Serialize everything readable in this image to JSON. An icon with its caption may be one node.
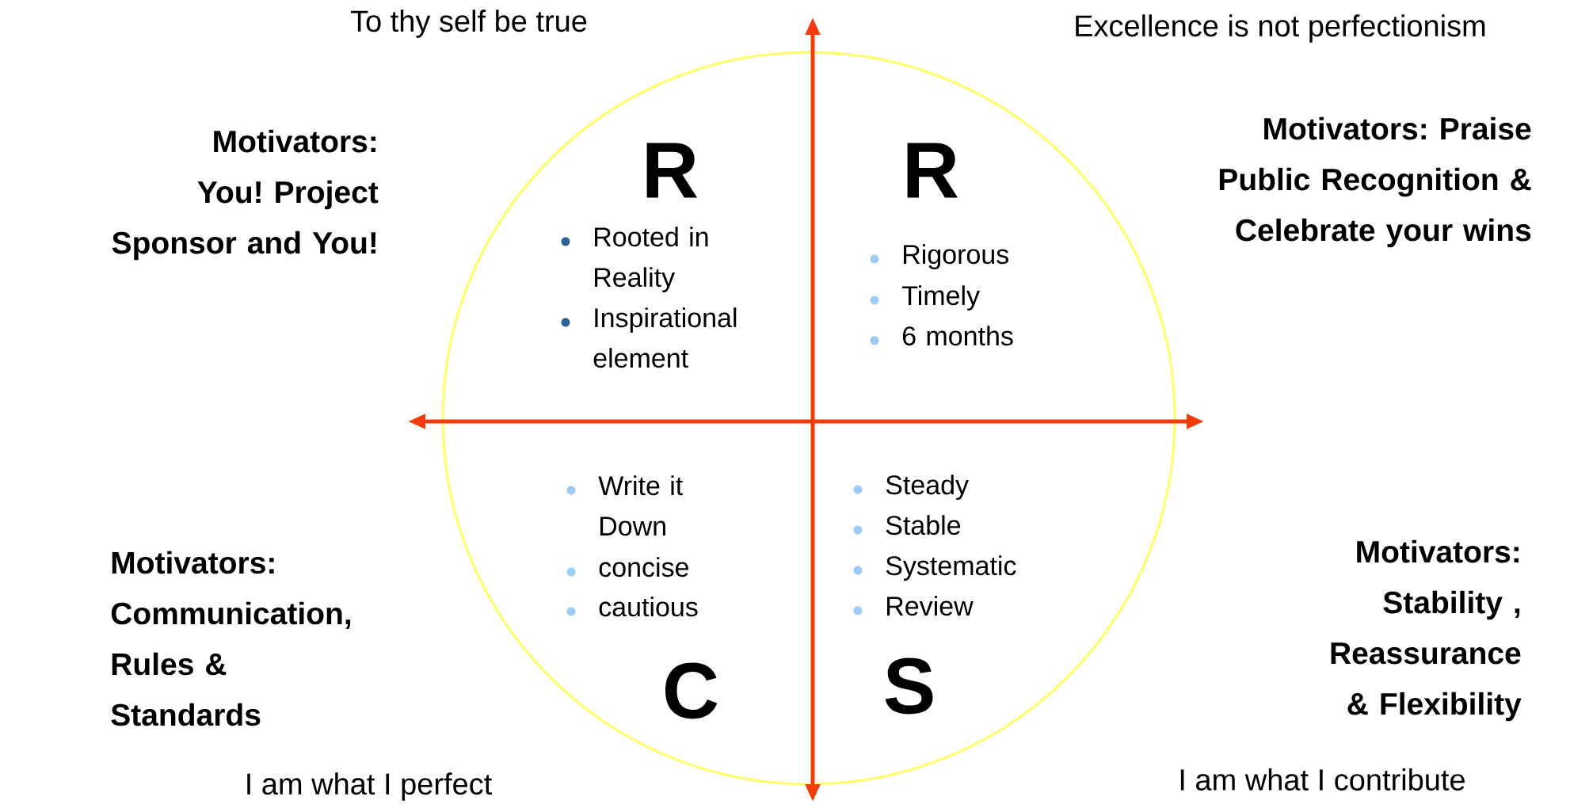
{
  "diagram": {
    "labels": [
      "To thy self be true",
      "Excellence is not perfectionism",
      "Motivators: You! Project Sponsor and You!",
      "R",
      "R",
      "Motivators: Praise Public Recognition & Celebrate your wins",
      "Rooted in Reality",
      "Inspirational element",
      "Rigorous",
      "Timely",
      "6 months",
      "Write it Down",
      "concise",
      "cautious",
      "Steady",
      "Stable",
      "Systematic",
      "Review",
      "Motivators: Communication, Rules & Standards",
      "Motivators: Stability , Reassurance & Flexibility",
      "C",
      "S",
      "I am what I perfect",
      "I am what I contribute"
    ]
  }
}
